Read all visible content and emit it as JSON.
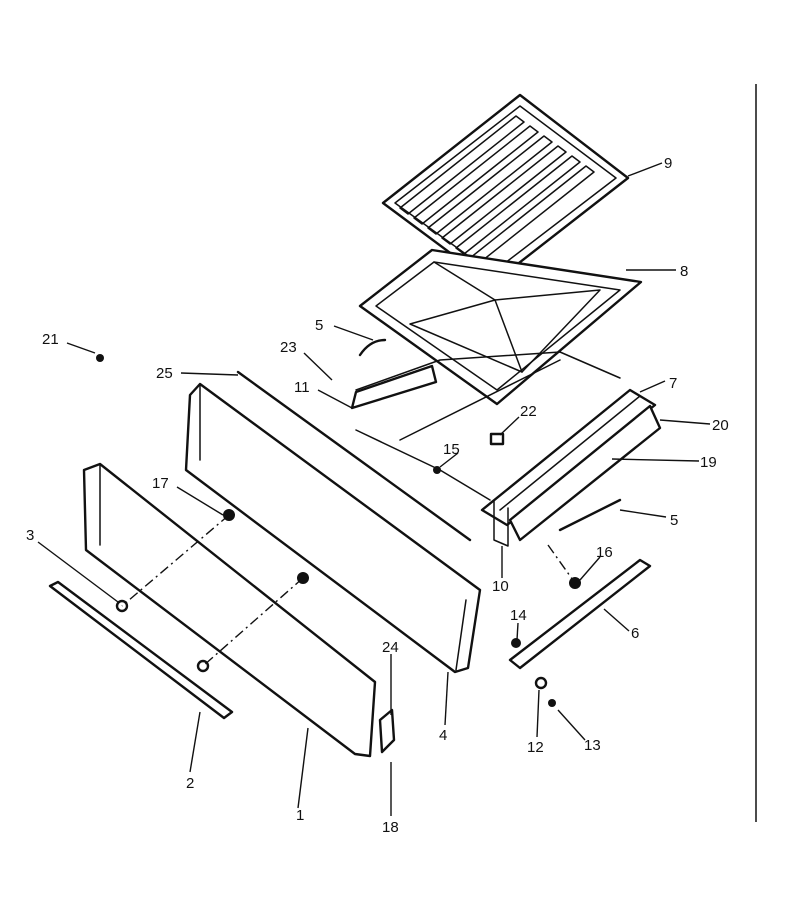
{
  "diagram": {
    "callouts": [
      {
        "id": "c1",
        "label": "1"
      },
      {
        "id": "c2",
        "label": "2"
      },
      {
        "id": "c3",
        "label": "3"
      },
      {
        "id": "c4",
        "label": "4"
      },
      {
        "id": "c5a",
        "label": "5"
      },
      {
        "id": "c5b",
        "label": "5"
      },
      {
        "id": "c6",
        "label": "6"
      },
      {
        "id": "c7",
        "label": "7"
      },
      {
        "id": "c8",
        "label": "8"
      },
      {
        "id": "c9",
        "label": "9"
      },
      {
        "id": "c10",
        "label": "10"
      },
      {
        "id": "c11",
        "label": "11"
      },
      {
        "id": "c12",
        "label": "12"
      },
      {
        "id": "c13",
        "label": "13"
      },
      {
        "id": "c14",
        "label": "14"
      },
      {
        "id": "c15",
        "label": "15"
      },
      {
        "id": "c16",
        "label": "16"
      },
      {
        "id": "c17",
        "label": "17"
      },
      {
        "id": "c18",
        "label": "18"
      },
      {
        "id": "c19",
        "label": "19"
      },
      {
        "id": "c20",
        "label": "20"
      },
      {
        "id": "c21",
        "label": "21"
      },
      {
        "id": "c22",
        "label": "22"
      },
      {
        "id": "c23",
        "label": "23"
      },
      {
        "id": "c24",
        "label": "24"
      },
      {
        "id": "c25",
        "label": "25"
      }
    ]
  }
}
